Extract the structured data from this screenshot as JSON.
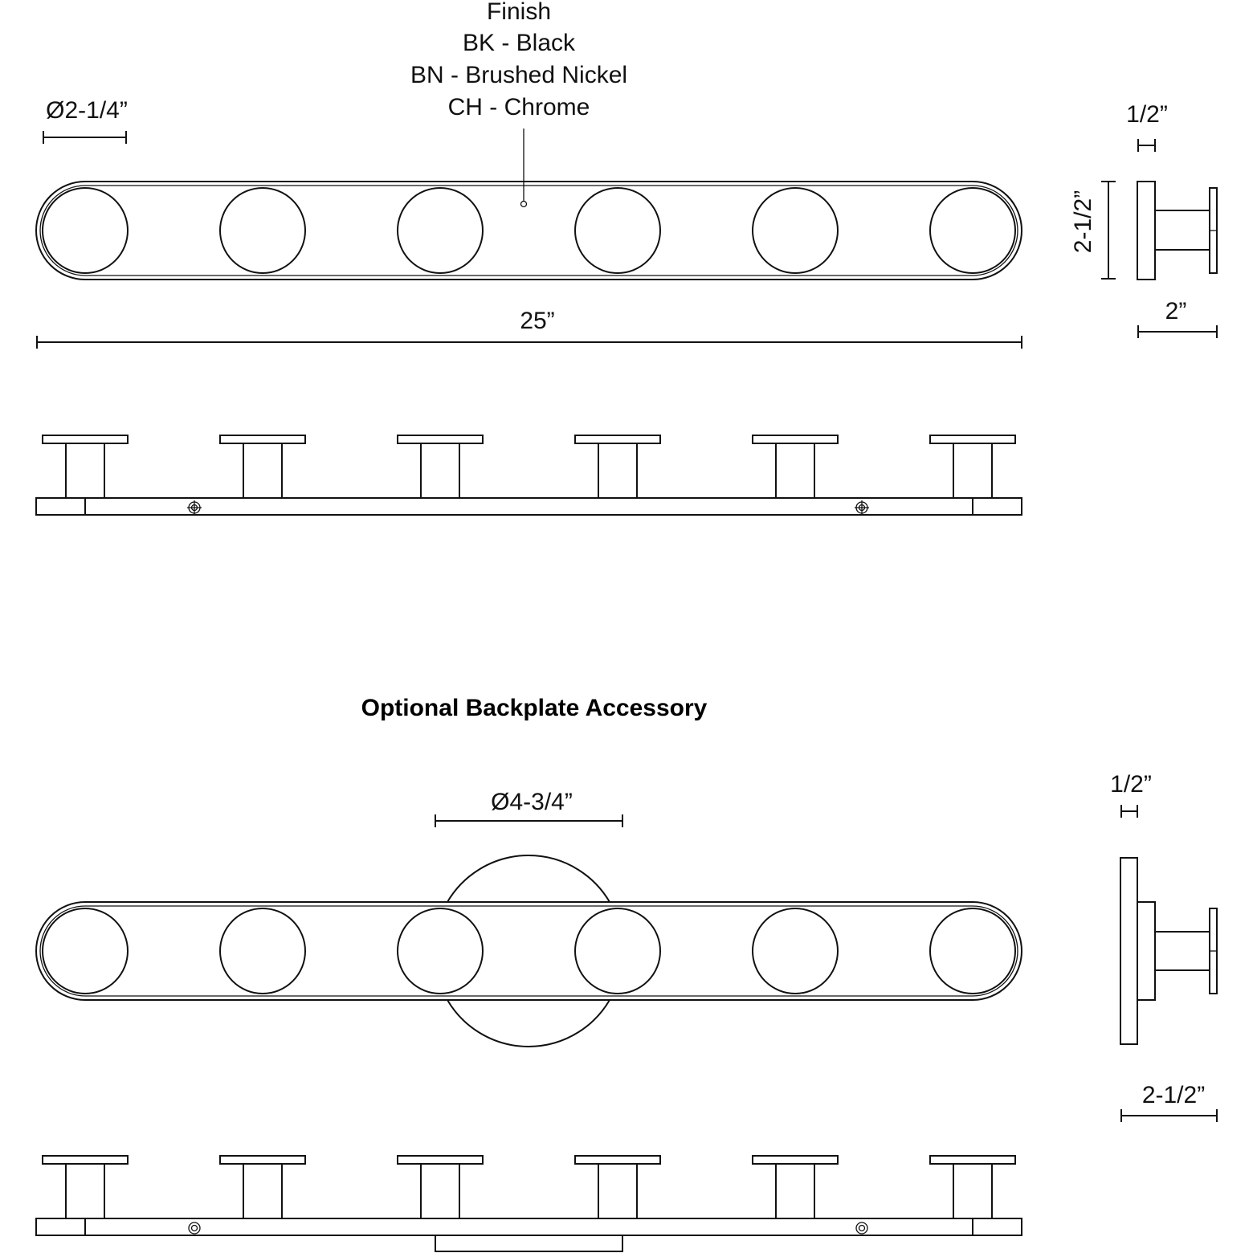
{
  "finish_callout": {
    "heading": "Finish",
    "options": [
      "BK - Black",
      "BN - Brushed Nickel",
      "CH - Chrome"
    ]
  },
  "standard_bar": {
    "hook_diameter": "Ø2-1/4”",
    "overall_length": "25”",
    "side_profile": {
      "depth_top": "1/2”",
      "height": "2-1/2”",
      "projection": "2”"
    }
  },
  "backplate_accessory": {
    "title": "Optional Backplate Accessory",
    "backplate_diameter": "Ø4-3/4”",
    "side_profile": {
      "depth_top": "1/2”",
      "projection": "2-1/2”"
    }
  },
  "hook_count": 6
}
